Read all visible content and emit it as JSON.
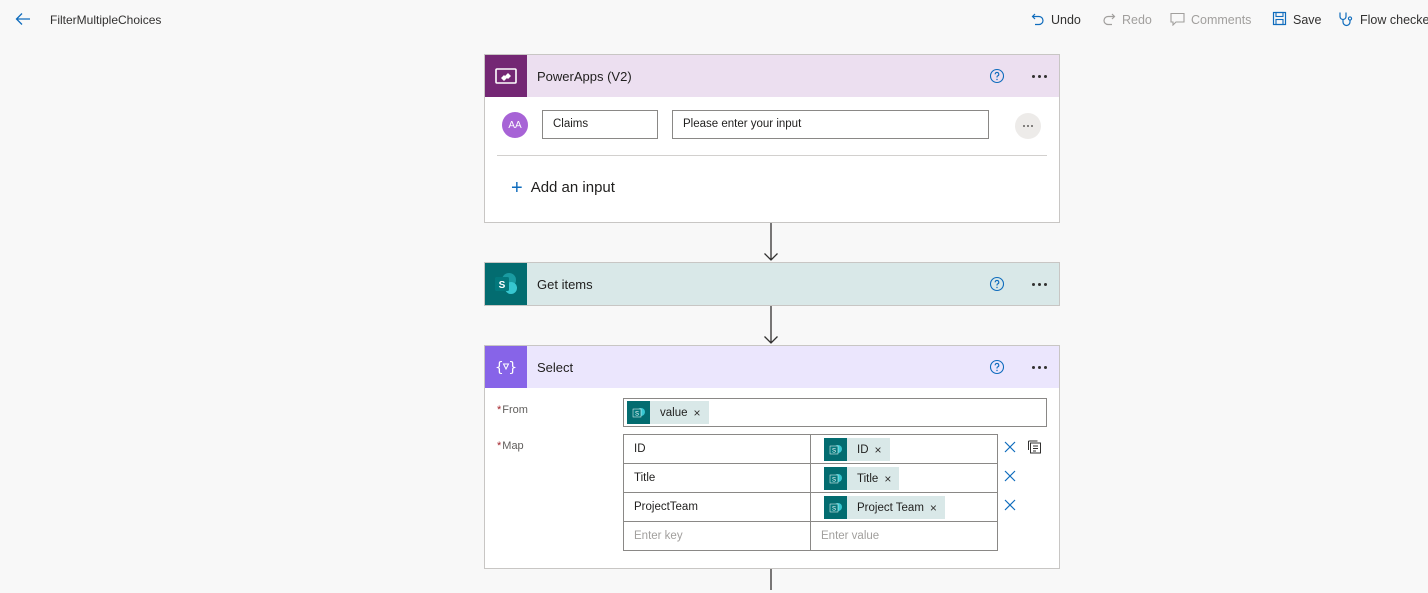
{
  "topbar": {
    "title": "FilterMultipleChoices",
    "undo": "Undo",
    "redo": "Redo",
    "comments": "Comments",
    "save": "Save",
    "flow_checker": "Flow checker"
  },
  "trigger": {
    "title": "PowerApps (V2)",
    "input": {
      "avatar_text": "AA",
      "name": "Claims",
      "description": "Please enter your input"
    },
    "add_input_label": "Add an input"
  },
  "get_items": {
    "title": "Get items",
    "icon_letter": "S"
  },
  "select": {
    "title": "Select",
    "from_label": "From",
    "map_label": "Map",
    "from_token": "value",
    "map_rows": [
      {
        "key": "ID",
        "token": "ID"
      },
      {
        "key": "Title",
        "token": "Title"
      },
      {
        "key": "ProjectTeam",
        "token": "Project Team"
      }
    ],
    "key_placeholder": "Enter key",
    "value_placeholder": "Enter value"
  },
  "icons": {
    "back": "back-arrow-icon",
    "help": "help-circle-icon",
    "more": "more-dots-icon",
    "remove": "close-icon",
    "switch_mode": "switch-to-text-icon"
  },
  "colors": {
    "accent": "#0f6cbd",
    "powerapps": "#742774",
    "powerapps_header": "#ecdff0",
    "sharepoint": "#036c70",
    "sharepoint_header": "#d9e8e8",
    "select": "#8764e8",
    "select_header": "#ebe6fd"
  }
}
